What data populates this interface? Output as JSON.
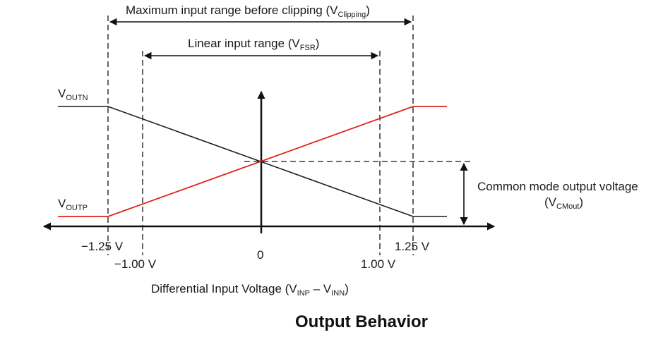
{
  "diagram": {
    "clipping_range": {
      "text": "Maximum input range before clipping (V",
      "sub": "Clipping",
      "close": ")"
    },
    "linear_range": {
      "text": "Linear input range (V",
      "sub": "FSR",
      "close": ")"
    },
    "voutn": {
      "base": "V",
      "sub": "OUTN"
    },
    "voutp": {
      "base": "V",
      "sub": "OUTP"
    },
    "common_mode": {
      "line1": "Common mode output voltage",
      "base": "(V",
      "sub": "CMout",
      "close": ")"
    },
    "ticks": {
      "neg_clip": "−1.25 V",
      "neg_lin": "−1.00 V",
      "zero": "0",
      "pos_lin": "1.00 V",
      "pos_clip": "1.25 V"
    },
    "xaxis": {
      "text": "Differential Input Voltage (V",
      "sub1": "INP",
      "mid": " – V",
      "sub2": "INN",
      "close": ")"
    },
    "title": "Output Behavior",
    "colors": {
      "voutp_line": "#e0201b",
      "voutn_line": "#1a1a1a",
      "axis": "#111111"
    }
  }
}
